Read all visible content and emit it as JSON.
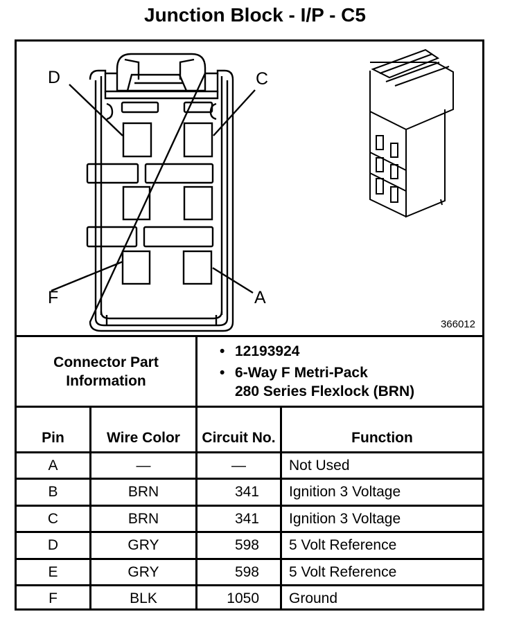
{
  "title": "Junction Block - I/P - C5",
  "figure": {
    "figure_number": "366012",
    "pin_callouts": [
      "D",
      "C",
      "F",
      "A"
    ],
    "views": [
      "connector-face-view",
      "connector-isometric-view"
    ]
  },
  "connector_info": {
    "label": "Connector Part Information",
    "items": [
      {
        "bullet": "•",
        "text": "12193924"
      },
      {
        "bullet": "•",
        "text": "6-Way F Metri-Pack 280 Series Flexlock (BRN)"
      }
    ]
  },
  "table": {
    "headers": {
      "pin": "Pin",
      "wire_color": "Wire Color",
      "circuit_no": "Circuit No.",
      "function": "Function"
    },
    "rows": [
      {
        "pin": "A",
        "wire_color": "—",
        "circuit_no": "—",
        "function": "Not Used"
      },
      {
        "pin": "B",
        "wire_color": "BRN",
        "circuit_no": "341",
        "function": "Ignition 3 Voltage"
      },
      {
        "pin": "C",
        "wire_color": "BRN",
        "circuit_no": "341",
        "function": "Ignition 3 Voltage"
      },
      {
        "pin": "D",
        "wire_color": "GRY",
        "circuit_no": "598",
        "function": "5 Volt Reference"
      },
      {
        "pin": "E",
        "wire_color": "GRY",
        "circuit_no": "598",
        "function": "5 Volt Reference"
      },
      {
        "pin": "F",
        "wire_color": "BLK",
        "circuit_no": "1050",
        "function": "Ground"
      }
    ]
  }
}
